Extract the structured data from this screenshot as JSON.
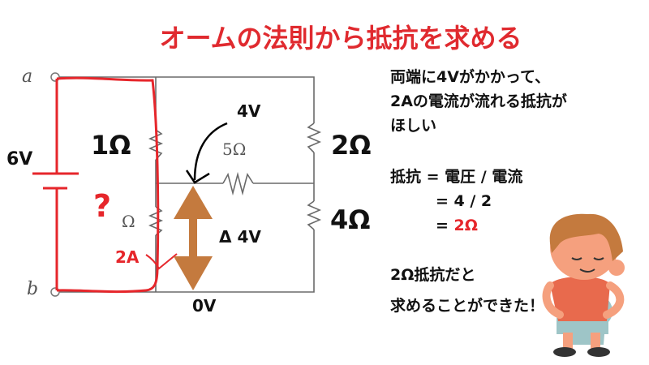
{
  "title": "オームの法則から抵抗を求める",
  "circuit": {
    "node_a": "a",
    "node_b": "b",
    "battery": "6V",
    "r1": "1Ω",
    "r_unknown_symbol": "Ω",
    "question": "?",
    "current": "2A",
    "r5": "5Ω",
    "r2": "2Ω",
    "r4": "4Ω",
    "v_top": "4V",
    "v_bottom": "0V",
    "delta_v": "Δ 4V"
  },
  "explanation": {
    "line1": "両端に4Vがかかって、",
    "line2": "2Aの電流が流れる抵抗が",
    "line3": "ほしい",
    "formula1": "抵抗 = 電圧 / 電流",
    "formula2": "= 4 / 2",
    "formula3_prefix": "= ",
    "formula3_result": "2Ω",
    "conclusion1": "2Ω抵抗だと",
    "conclusion2": "求めることができた！"
  },
  "colors": {
    "accent": "#e6262b",
    "arrow": "#c47a3e",
    "wire": "#666666"
  }
}
